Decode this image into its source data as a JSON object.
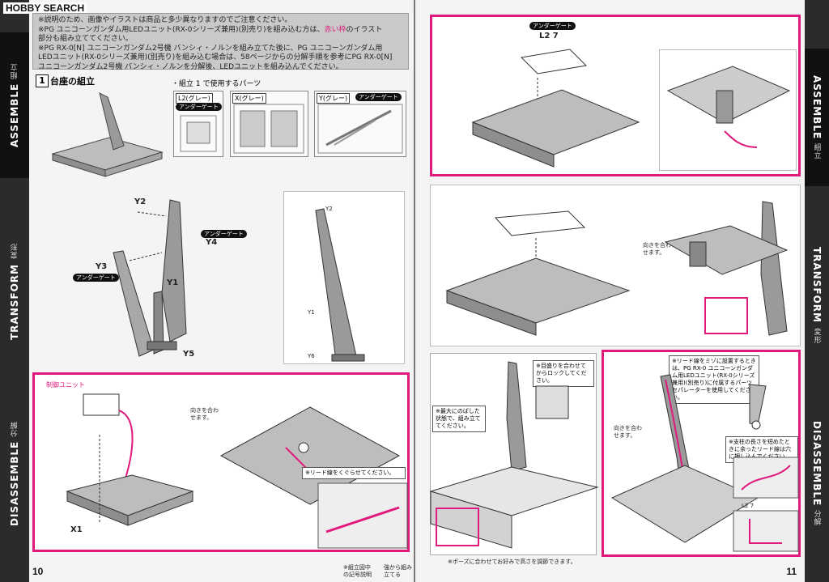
{
  "logo": "HOBBY SEARCH",
  "notes": {
    "line1": "※説明のため、画像やイラストは商品と多少異なりますのでご注意ください。",
    "line2a": "※PG ユニコーンガンダム用LEDユニット(RX-0シリーズ兼用)(別売り)を組み込む方は、",
    "line2red": "赤い枠",
    "line2b": "のイラスト",
    "line3": "部分も組み立ててください。",
    "line4": "※PG RX-0[N] ユニコーンガンダム2号機 バンシィ・ノルンを組み立てた後に、PG ユニコーンガンダム用",
    "line5": "LEDユニット(RX-0シリーズ兼用)(別売り)を組み込む場合は、58ページからの分解手順を参考にPG RX-0[N]",
    "line6": "ユニコーンガンダム2号機 バンシィ・ノルンを分解後、LEDユニットを組み込んでください。"
  },
  "step": {
    "number": "1",
    "title": "台座の組立"
  },
  "parts": {
    "heading": "・組立 1 で使用するパーツ",
    "l2": "L2(グレー)",
    "x": "X(グレー)",
    "y": "Y(グレー)",
    "gate": "アンダーゲート"
  },
  "labels": {
    "y2": "Y2",
    "y3": "Y3",
    "y4": "Y4",
    "y1": "Y1",
    "y5": "Y5",
    "y2b": "Y2",
    "y1b": "Y1",
    "y6b": "Y6",
    "x1": "X1",
    "l27": "L2 7",
    "l27b": "L2 7",
    "under": "アンダーゲート",
    "under2": "アンダーゲート",
    "under3": "アンダーゲート",
    "ctrl": "制御ユニット"
  },
  "captions": {
    "face1": "向きを合わせます。",
    "face2": "向きを合わせます。",
    "face3": "向きを合わせます。",
    "lead": "※リード線をくぐらせてください。",
    "mesh": "※目盛りを合わせてからロックしてください。",
    "extend": "※最大にのばした状態で、組み立ててください。",
    "height": "※ポーズに合わせてお好みで高さを調節できます。",
    "groove": "※リード線をミゾに設置するときは、PG RX-0 ユニコーンガンダム用LEDユニット(RX-0シリーズ兼用)(別売り)に付属するパーツセパレーターを使用してください。",
    "support": "※支柱の長さを短めたときに余ったリード線は穴に押し込んでください。"
  },
  "legend": {
    "a": "※組立図中の記号説明",
    "b": "強から組み立てる"
  },
  "spine_left": [
    {
      "en": "ASSEMBLE",
      "jp": "組立"
    },
    {
      "en": "TRANSFORM",
      "jp": "変形"
    },
    {
      "en": "DISASSEMBLE",
      "jp": "分解"
    }
  ],
  "spine_right": [
    {
      "en": "ASSEMBLE",
      "jp": "組立"
    },
    {
      "en": "TRANSFORM",
      "jp": "変形"
    },
    {
      "en": "DISASSEMBLE",
      "jp": "分解"
    }
  ],
  "pages": {
    "left": "10",
    "right": "11"
  },
  "colors": {
    "accent": "#e0197d",
    "spine": "#2b2b2b",
    "part": "#9a9a9a"
  }
}
